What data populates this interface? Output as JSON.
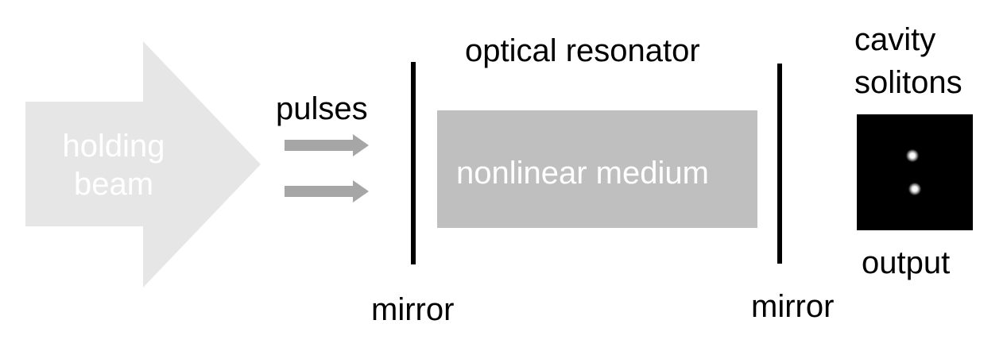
{
  "holding_beam": {
    "line1": "holding",
    "line2": "beam",
    "color": "#e6e6e6"
  },
  "pulses": {
    "label": "pulses",
    "color": "#a6a6a6"
  },
  "resonator": {
    "label": "optical resonator"
  },
  "medium": {
    "label": "nonlinear medium",
    "color": "#bfbfbf"
  },
  "mirror_left": {
    "label": "mirror"
  },
  "mirror_right": {
    "label": "mirror"
  },
  "solitons": {
    "line1": "cavity",
    "line2": "solitons",
    "output_label": "output",
    "spot_count": 2
  }
}
